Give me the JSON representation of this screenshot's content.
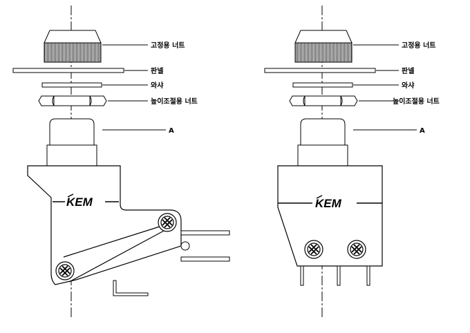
{
  "labels": {
    "lock_nut": "고정용 너트",
    "panel": "판넬",
    "washer": "와샤",
    "height_nut": "높이조절용 너트",
    "actuator": "A"
  },
  "brand": "KEM"
}
